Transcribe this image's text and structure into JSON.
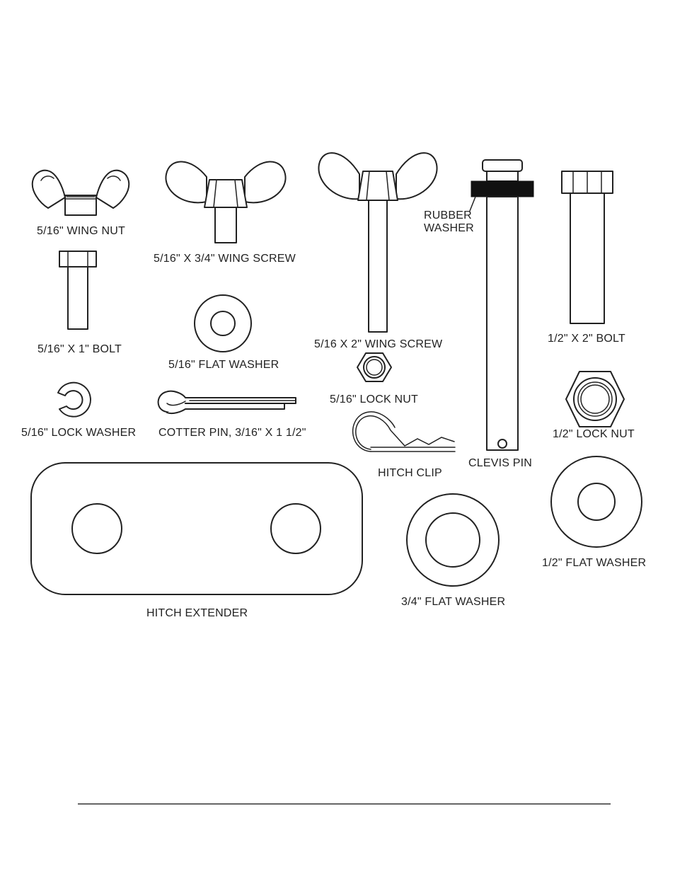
{
  "parts": {
    "wing_nut": "5/16\" WING NUT",
    "wing_screw_short": "5/16\" X 3/4\" WING SCREW",
    "wing_screw_long": "5/16 X 2\" WING SCREW",
    "rubber_washer_line1": "RUBBER",
    "rubber_washer_line2": "WASHER",
    "bolt_small": "5/16\" X 1\" BOLT",
    "flat_washer_small": "5/16\" FLAT WASHER",
    "lock_nut_small": "5/16\" LOCK NUT",
    "bolt_large": "1/2\" X 2\" BOLT",
    "lock_washer": "5/16\" LOCK WASHER",
    "cotter_pin": "COTTER PIN, 3/16\" X 1 1/2\"",
    "hitch_clip": "HITCH CLIP",
    "clevis_pin": "CLEVIS PIN",
    "lock_nut_large": "1/2\" LOCK NUT",
    "hitch_extender": "HITCH EXTENDER",
    "flat_washer_medium": "3/4\" FLAT WASHER",
    "flat_washer_large": "1/2\" FLAT WASHER"
  },
  "colors": {
    "ink": "#222222",
    "rubber": "#111111",
    "background": "#ffffff"
  }
}
